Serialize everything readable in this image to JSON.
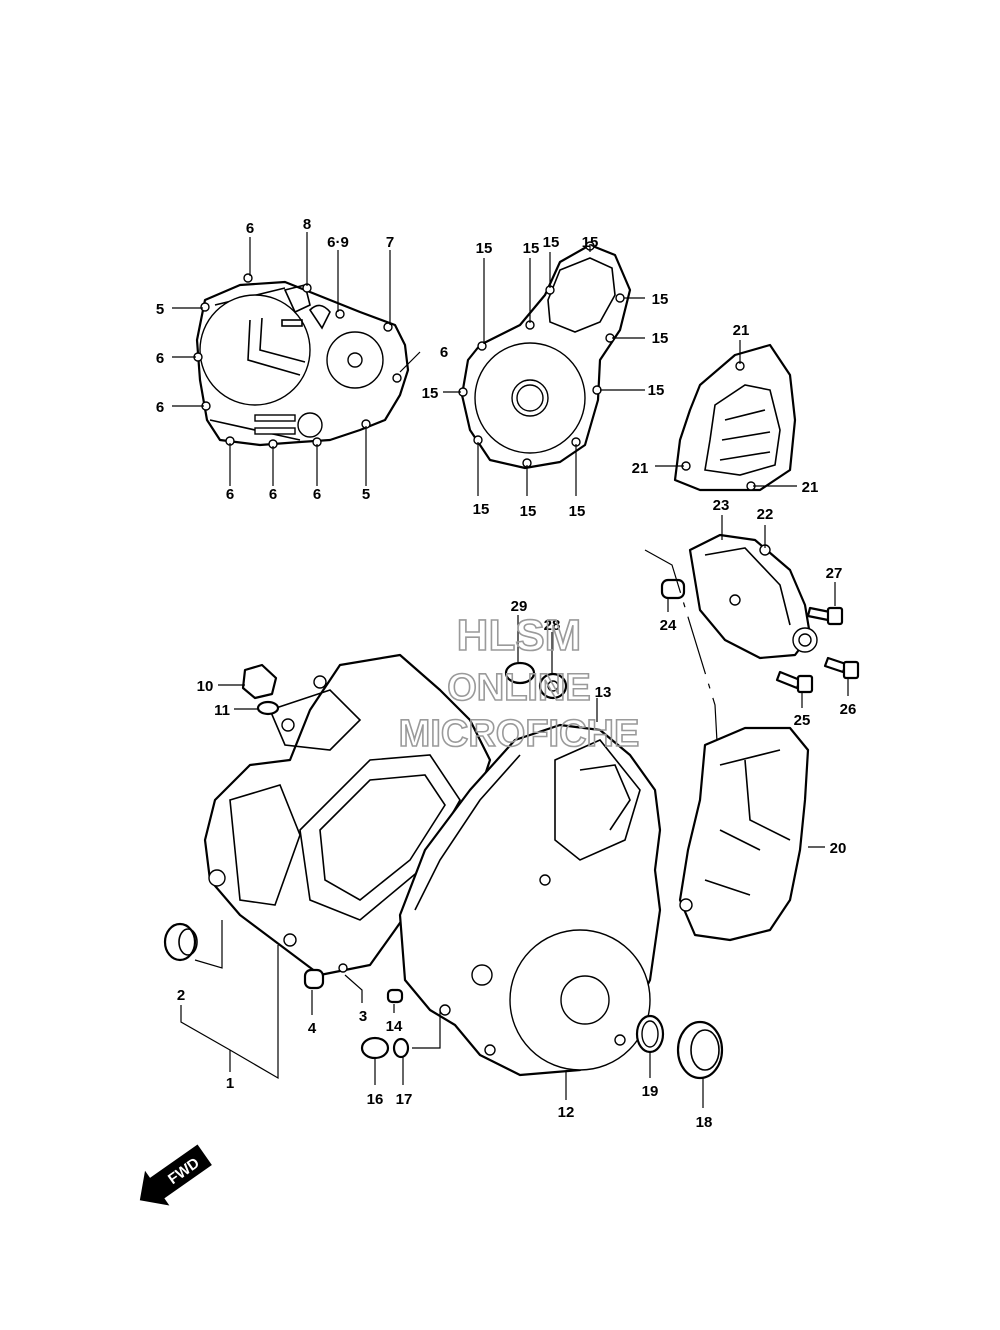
{
  "watermark": {
    "line1": "HLSM",
    "line2": "ONLINE",
    "line3": "MICROFICHE"
  },
  "direction_label": "FWD",
  "callouts": [
    {
      "id": "c1",
      "text": "6"
    },
    {
      "id": "c2",
      "text": "8"
    },
    {
      "id": "c3",
      "text": "6·9"
    },
    {
      "id": "c4",
      "text": "7"
    },
    {
      "id": "c5",
      "text": "5"
    },
    {
      "id": "c6",
      "text": "6"
    },
    {
      "id": "c7",
      "text": "6"
    },
    {
      "id": "c8",
      "text": "6"
    },
    {
      "id": "c9",
      "text": "6"
    },
    {
      "id": "c10",
      "text": "6"
    },
    {
      "id": "c11",
      "text": "6"
    },
    {
      "id": "c12",
      "text": "5"
    },
    {
      "id": "c13",
      "text": "15"
    },
    {
      "id": "c14",
      "text": "15"
    },
    {
      "id": "c15",
      "text": "15"
    },
    {
      "id": "c16",
      "text": "15"
    },
    {
      "id": "c17",
      "text": "15"
    },
    {
      "id": "c18",
      "text": "15"
    },
    {
      "id": "c19",
      "text": "15"
    },
    {
      "id": "c20",
      "text": "15"
    },
    {
      "id": "c21",
      "text": "15"
    },
    {
      "id": "c22",
      "text": "15"
    },
    {
      "id": "c23",
      "text": "15"
    },
    {
      "id": "c24",
      "text": "21"
    },
    {
      "id": "c25",
      "text": "21"
    },
    {
      "id": "c26",
      "text": "21"
    },
    {
      "id": "c27",
      "text": "23"
    },
    {
      "id": "c28",
      "text": "22"
    },
    {
      "id": "c29",
      "text": "27"
    },
    {
      "id": "c30",
      "text": "24"
    },
    {
      "id": "c31",
      "text": "25"
    },
    {
      "id": "c32",
      "text": "26"
    },
    {
      "id": "c33",
      "text": "29"
    },
    {
      "id": "c34",
      "text": "28"
    },
    {
      "id": "c35",
      "text": "13"
    },
    {
      "id": "c36",
      "text": "10"
    },
    {
      "id": "c37",
      "text": "11"
    },
    {
      "id": "c38",
      "text": "20"
    },
    {
      "id": "c39",
      "text": "2"
    },
    {
      "id": "c40",
      "text": "4"
    },
    {
      "id": "c41",
      "text": "3"
    },
    {
      "id": "c42",
      "text": "14"
    },
    {
      "id": "c43",
      "text": "1"
    },
    {
      "id": "c44",
      "text": "16"
    },
    {
      "id": "c45",
      "text": "17"
    },
    {
      "id": "c46",
      "text": "12"
    },
    {
      "id": "c47",
      "text": "19"
    },
    {
      "id": "c48",
      "text": "18"
    }
  ]
}
